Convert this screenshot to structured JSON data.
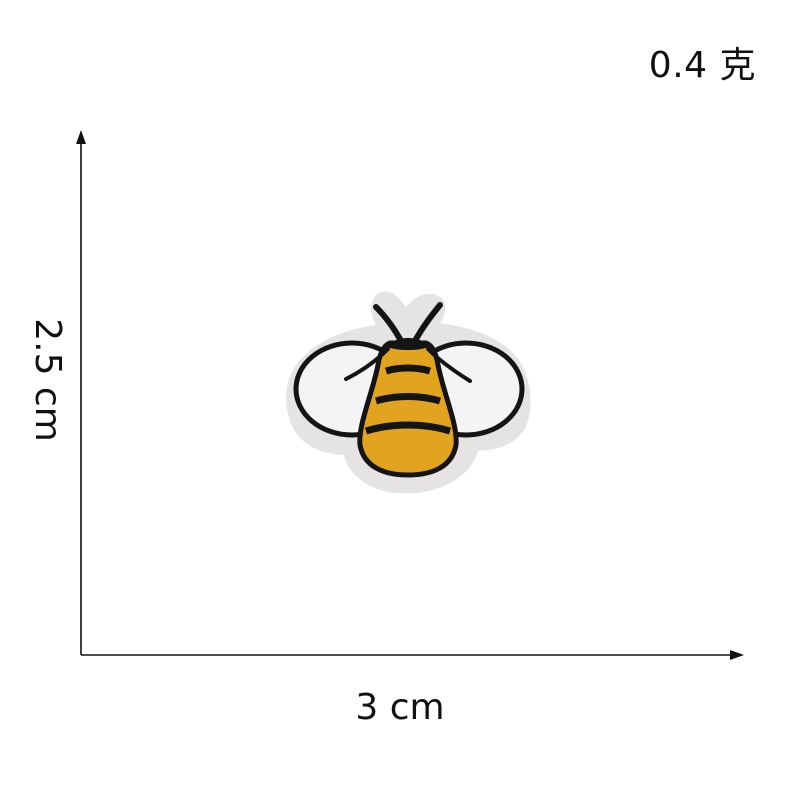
{
  "labels": {
    "weight": "0.4 克",
    "width": "3 cm",
    "height": "2.5 cm"
  },
  "colors": {
    "axis": "#111111",
    "background": "#ffffff",
    "felt": "#e6e4e3",
    "wing": "#f4f4f6",
    "outline": "#141414",
    "stripe": "#e2a41f"
  },
  "subject": {
    "icon": "embroidered-bee-patch-icon"
  }
}
